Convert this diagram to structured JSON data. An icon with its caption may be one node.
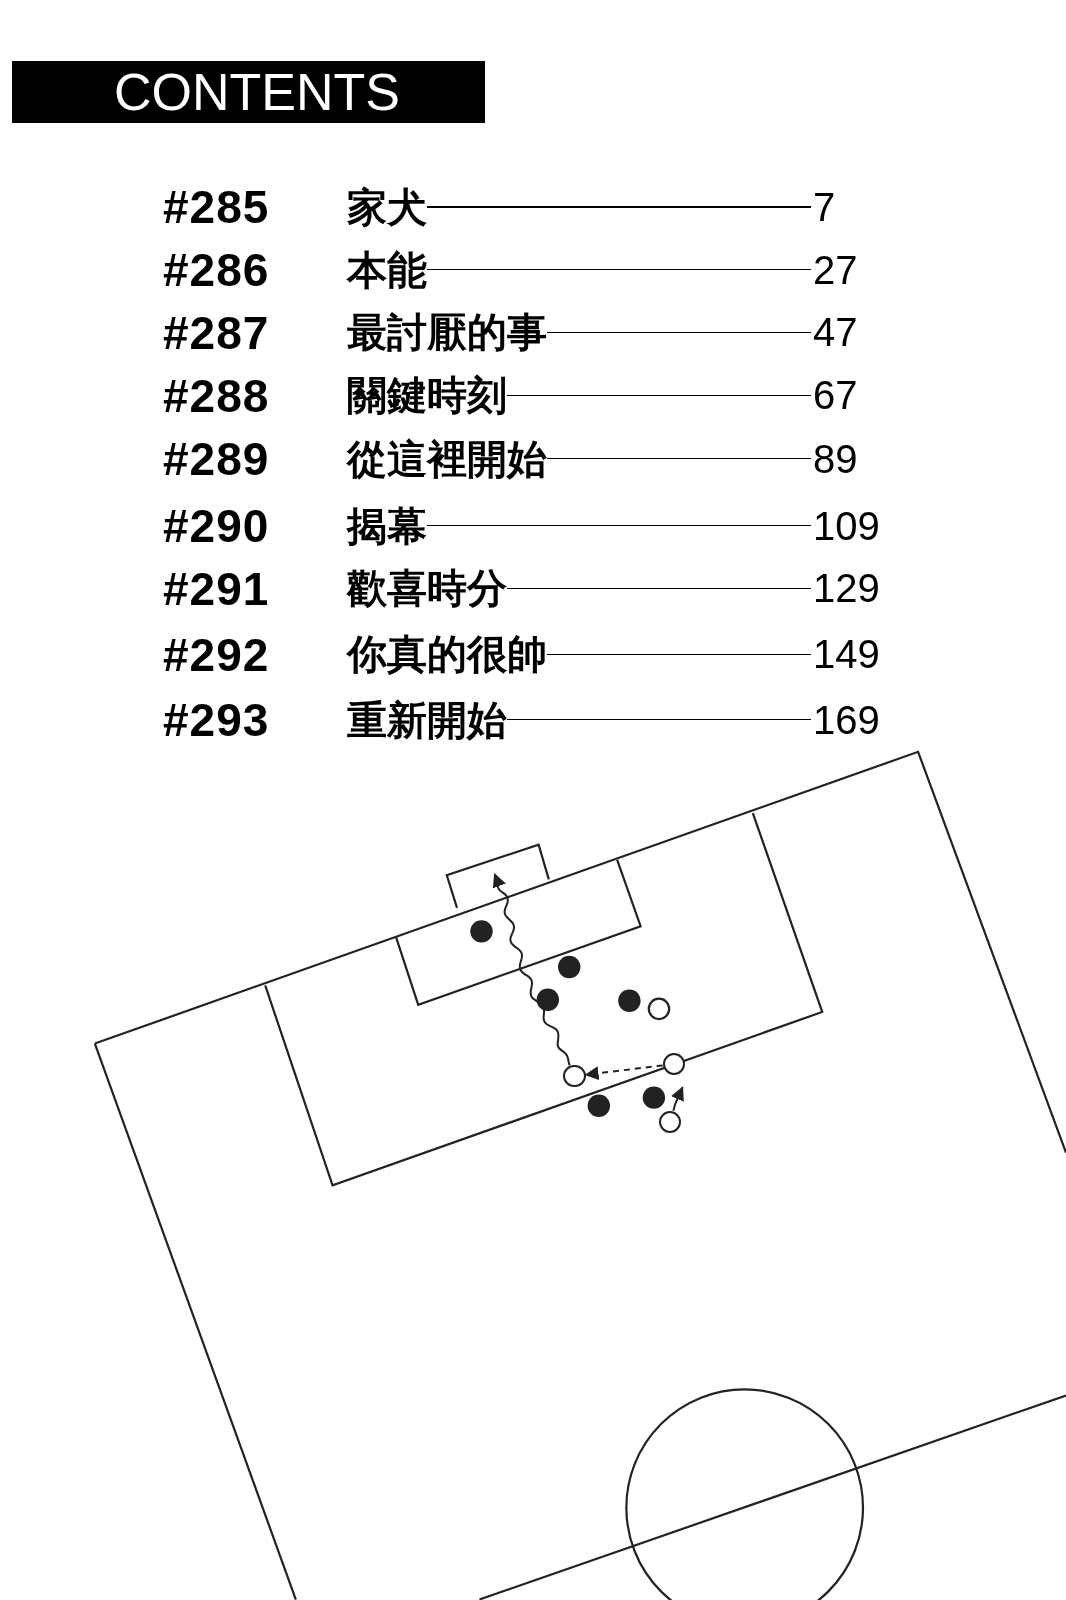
{
  "diagram": {
    "title": "CONTENTS",
    "nodes": [
      {
        "text": [],
        "shape": "circle"
      },
      {
        "text": [],
        "shape": "circle"
      },
      {
        "text": [],
        "shape": "circle"
      }
    ],
    "edges": [
      {
        "from": 0,
        "to": 1,
        "arrow": "to",
        "style": "dashed"
      },
      {
        "from": 1,
        "to": null,
        "arrow": "to"
      },
      {
        "from": 2,
        "to": null,
        "arrow": "to"
      }
    ],
    "labels": [
      "#285",
      "家犬",
      "7",
      "#286",
      "本能",
      "27",
      "#287",
      "最討厭的事",
      "47",
      "#288",
      "關鍵時刻",
      "67",
      "#289",
      "從這裡開始",
      "89",
      "#290",
      "揭幕",
      "109",
      "#291",
      "歡喜時分",
      "129",
      "#292",
      "你真的很帥",
      "149",
      "#293",
      "重新開始",
      "169"
    ]
  }
}
